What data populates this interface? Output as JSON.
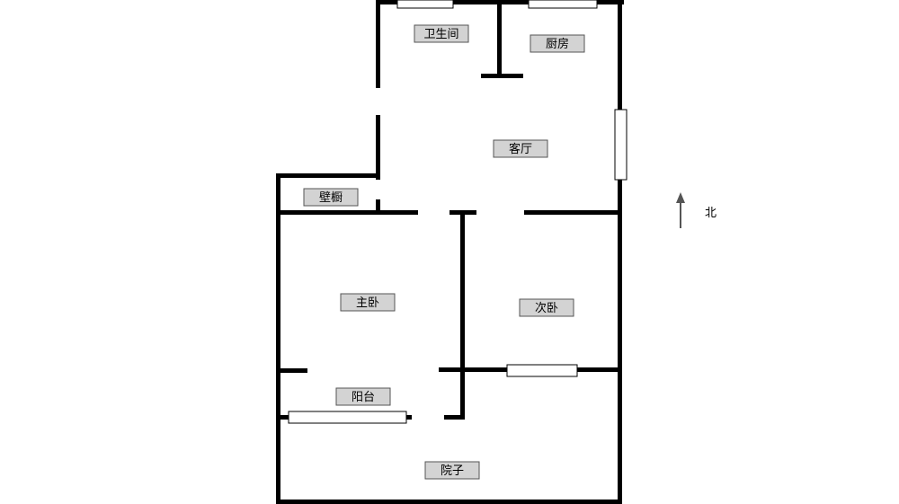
{
  "rooms": {
    "bathroom": "卫生间",
    "kitchen": "厨房",
    "living_room": "客厅",
    "closet": "壁橱",
    "master_bedroom": "主卧",
    "second_bedroom": "次卧",
    "balcony": "阳台",
    "courtyard": "院子"
  },
  "compass": {
    "north_label": "北"
  },
  "colors": {
    "wall": "#000000",
    "label_fill": "#d3d3d3",
    "label_border": "#555555",
    "window_fill": "#ffffff"
  }
}
